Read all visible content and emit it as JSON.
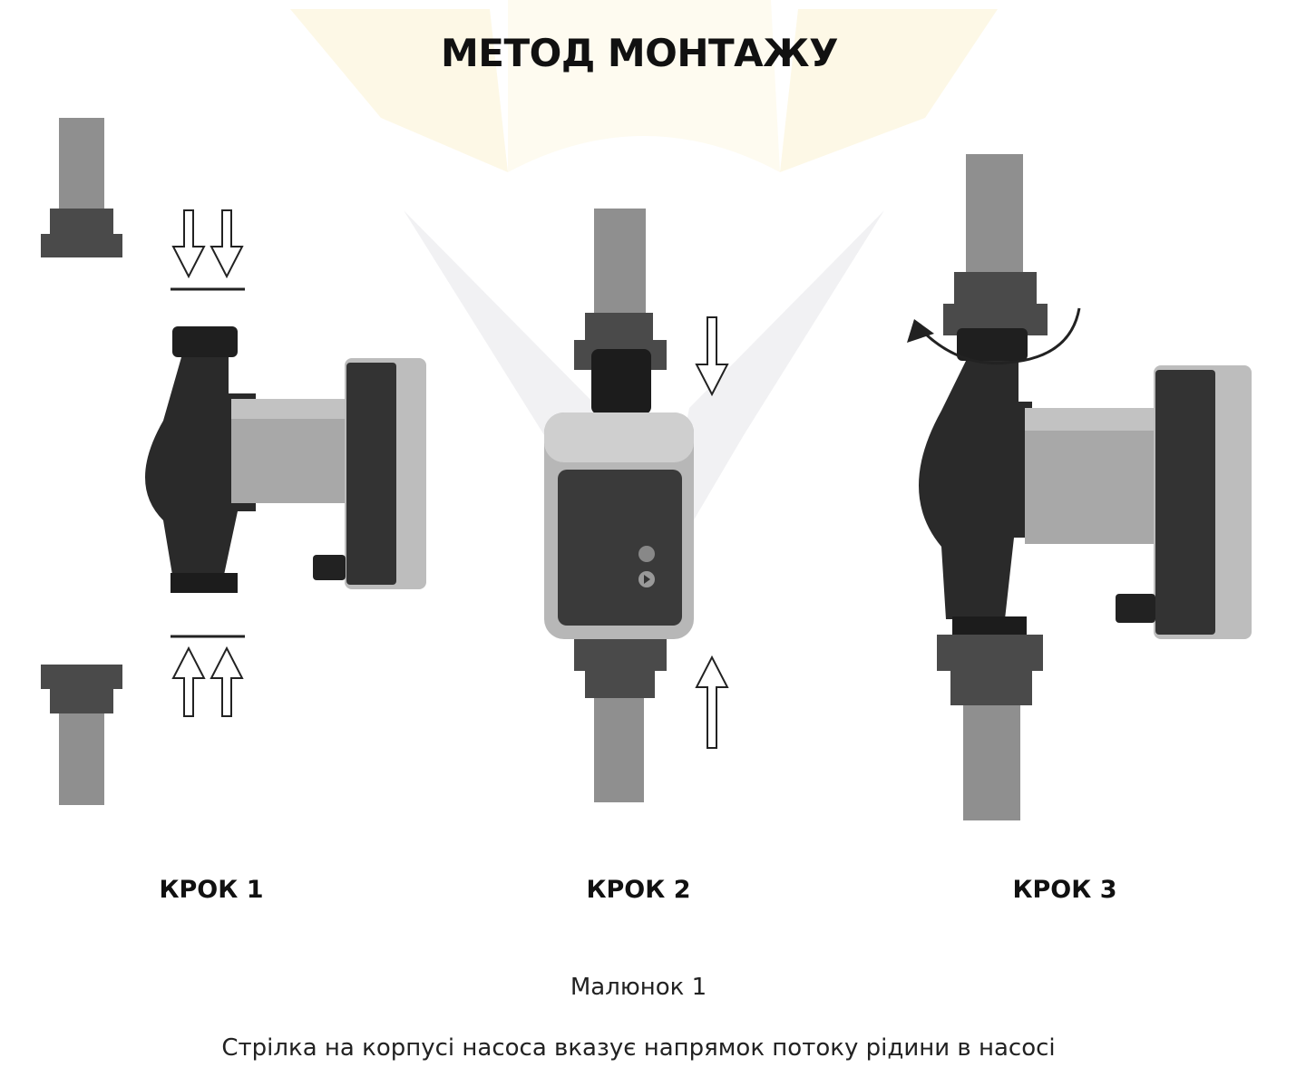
{
  "title": "МЕТОД МОНТАЖУ",
  "steps": [
    {
      "label": "КРОК 1"
    },
    {
      "label": "КРОК 2"
    },
    {
      "label": "КРОК 3"
    }
  ],
  "figure_label": "Малюнок 1",
  "caption": "Стрілка на корпусі насоса вказує напрямок потоку рідини в насосі",
  "colors": {
    "pipe": "#8f8f8f",
    "fitting": "#4a4a4a",
    "pump_body": "#2a2a2a",
    "motor": "#a8a8a8",
    "watermark_top": "#fdf8e6",
    "watermark_bottom": "#f1f1f3"
  }
}
